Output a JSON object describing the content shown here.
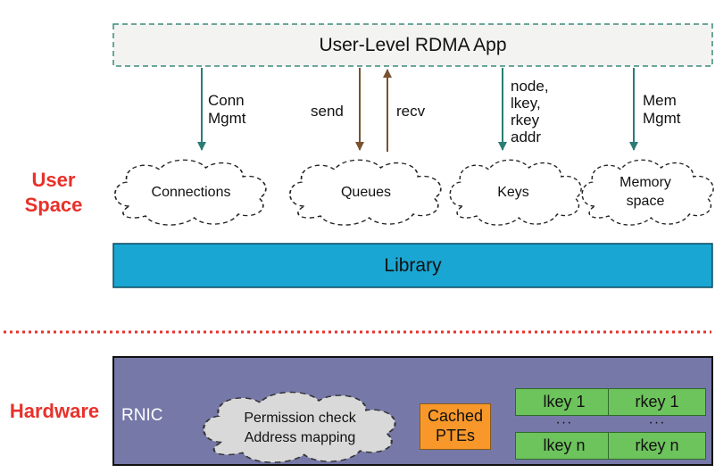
{
  "app": {
    "title": "User-Level RDMA App"
  },
  "arrows": {
    "conn_mgmt": [
      "Conn",
      "Mgmt"
    ],
    "send": "send",
    "recv": "recv",
    "keys": [
      "node,",
      "lkey,",
      "rkey",
      "addr"
    ],
    "mem_mgmt": [
      "Mem",
      "Mgmt"
    ]
  },
  "clouds": {
    "connections": "Connections",
    "queues": "Queues",
    "keys": "Keys",
    "memory": [
      "Memory",
      "space"
    ]
  },
  "library": {
    "label": "Library"
  },
  "sections": {
    "user_space": [
      "User",
      "Space"
    ],
    "hardware": "Hardware"
  },
  "rnic": {
    "label": "RNIC",
    "permission": [
      "Permission check",
      "Address mapping"
    ],
    "cached": [
      "Cached",
      "PTEs"
    ],
    "lkeys": {
      "first": "lkey 1",
      "dots": "···",
      "last": "lkey n"
    },
    "rkeys": {
      "first": "rkey 1",
      "dots": "···",
      "last": "rkey n"
    }
  },
  "colors": {
    "teal_arrow": "#2a7d74",
    "brown_arrow": "#7a5230",
    "library": "#1aa6d2",
    "rnic": "#7678a8",
    "cached": "#f8982a",
    "keys": "#6dc35c",
    "red": "#e8312a"
  }
}
